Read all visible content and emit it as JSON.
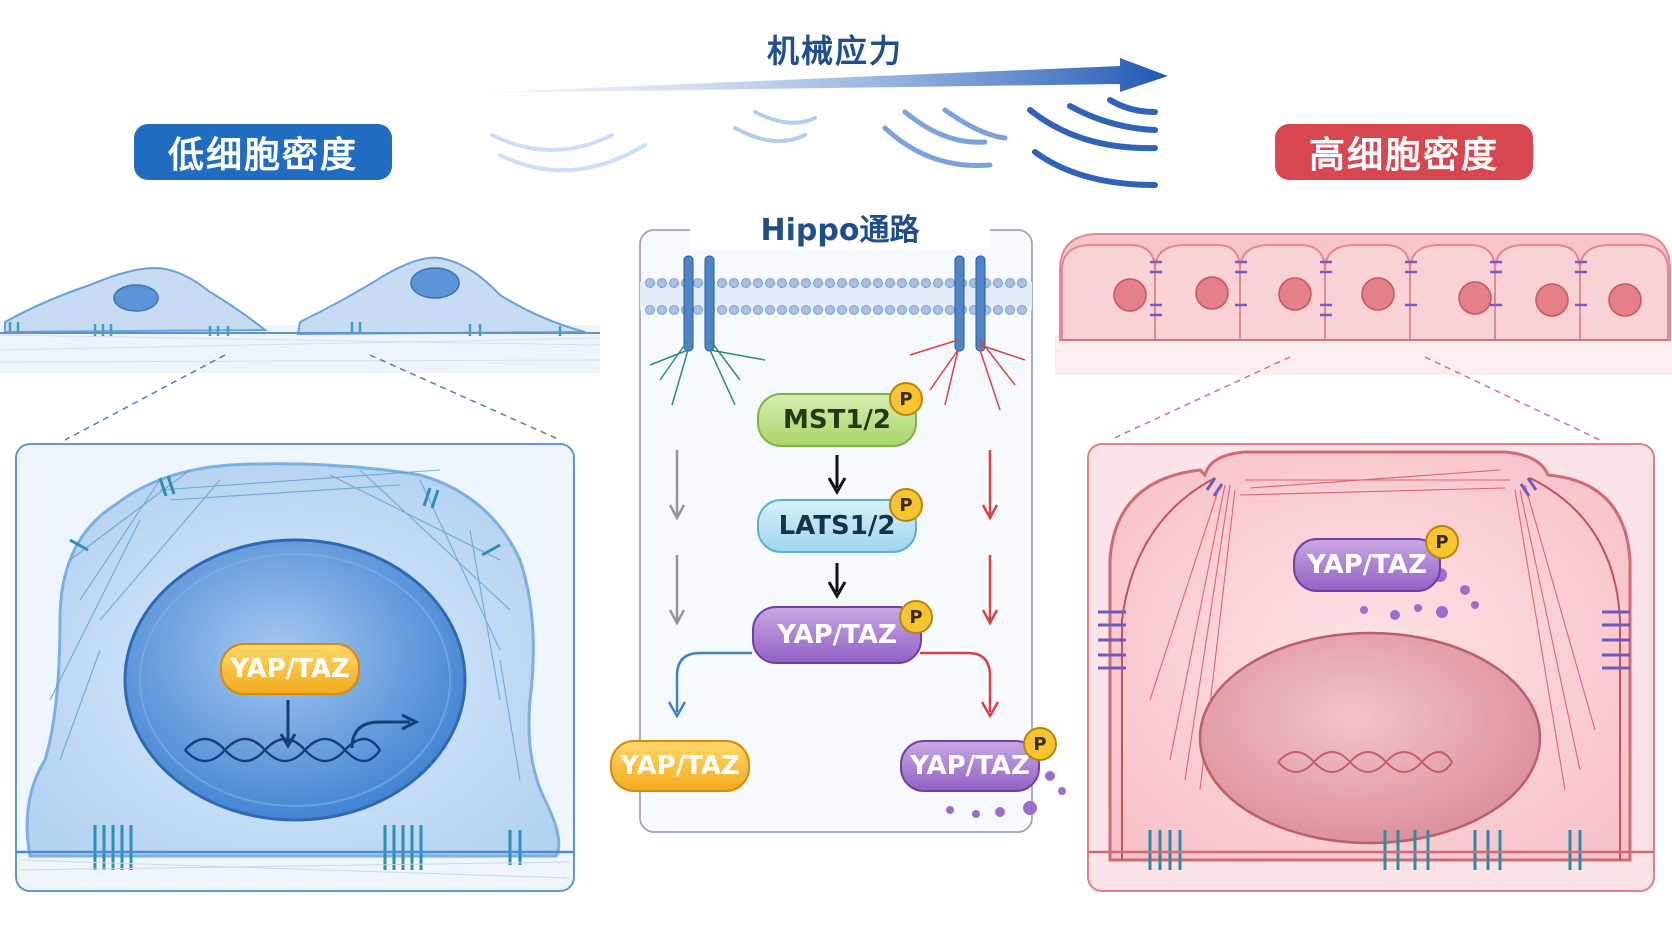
{
  "header": {
    "force_label": "机械应力",
    "low_density": "低细胞密度",
    "high_density": "高细胞密度"
  },
  "pathway": {
    "title": "Hippo通路",
    "mst": "MST1/2",
    "lats": "LATS1/2",
    "yap_center": "YAP/TAZ",
    "yap_unphos": "YAP/TAZ",
    "yap_phos": "YAP/TAZ",
    "phospho_mark": "P"
  },
  "low_cell": {
    "yap_label": "YAP/TAZ"
  },
  "high_cell": {
    "yap_label": "YAP/TAZ",
    "phospho_mark": "P"
  },
  "colors": {
    "low_blue": "#1f6cc0",
    "high_red": "#d8474f",
    "kinase_green": "#a9d66b",
    "kinase_blue": "#9fd6ee",
    "yap_purple": "#9262c6",
    "yap_yellow": "#f2ac1e",
    "phospho_badge": "#f7c531"
  }
}
